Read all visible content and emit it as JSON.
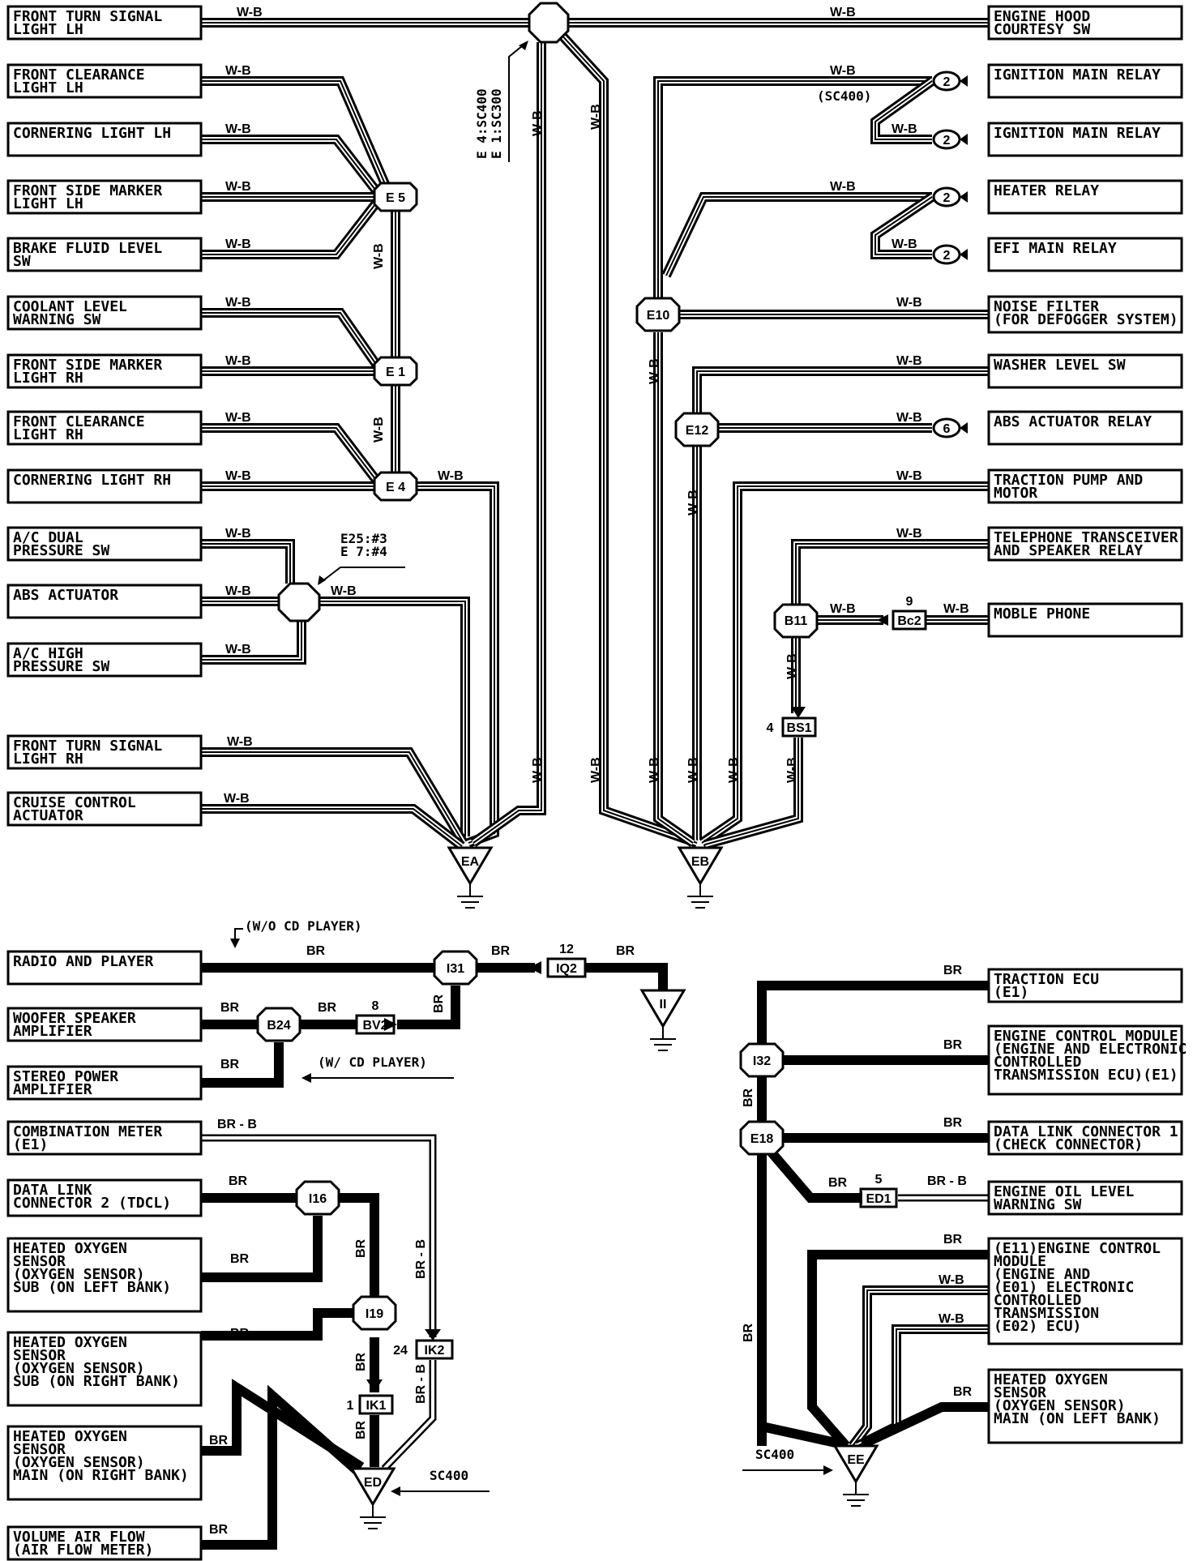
{
  "components": [
    {
      "id": "c1",
      "lines": [
        "FRONT TURN SIGNAL",
        "LIGHT LH"
      ]
    },
    {
      "id": "c2",
      "lines": [
        "FRONT CLEARANCE",
        "LIGHT LH"
      ]
    },
    {
      "id": "c3",
      "lines": [
        "CORNERING LIGHT LH"
      ]
    },
    {
      "id": "c4",
      "lines": [
        "FRONT SIDE MARKER",
        "LIGHT LH"
      ]
    },
    {
      "id": "c5",
      "lines": [
        "BRAKE FLUID LEVEL",
        "SW"
      ]
    },
    {
      "id": "c6",
      "lines": [
        "COOLANT LEVEL",
        "WARNING SW"
      ]
    },
    {
      "id": "c7",
      "lines": [
        "FRONT SIDE MARKER",
        "LIGHT RH"
      ]
    },
    {
      "id": "c8",
      "lines": [
        "FRONT CLEARANCE",
        "LIGHT RH"
      ]
    },
    {
      "id": "c9",
      "lines": [
        "CORNERING LIGHT RH"
      ]
    },
    {
      "id": "c10",
      "lines": [
        "A/C DUAL",
        "PRESSURE SW"
      ]
    },
    {
      "id": "c11",
      "lines": [
        "ABS ACTUATOR"
      ]
    },
    {
      "id": "c12",
      "lines": [
        "A/C HIGH",
        "PRESSURE SW"
      ]
    },
    {
      "id": "c13",
      "lines": [
        "FRONT TURN SIGNAL",
        "LIGHT RH"
      ]
    },
    {
      "id": "c14",
      "lines": [
        "CRUISE CONTROL",
        "ACTUATOR"
      ]
    },
    {
      "id": "c15",
      "lines": [
        "ENGINE HOOD",
        "COURTESY SW"
      ]
    },
    {
      "id": "c16",
      "lines": [
        "IGNITION MAIN RELAY"
      ]
    },
    {
      "id": "c17",
      "lines": [
        "IGNITION MAIN RELAY"
      ]
    },
    {
      "id": "c18",
      "lines": [
        "HEATER RELAY"
      ]
    },
    {
      "id": "c19",
      "lines": [
        "EFI MAIN RELAY"
      ]
    },
    {
      "id": "c20",
      "lines": [
        "NOISE FILTER",
        "(FOR DEFOGGER SYSTEM)"
      ]
    },
    {
      "id": "c21",
      "lines": [
        "WASHER LEVEL SW"
      ]
    },
    {
      "id": "c22",
      "lines": [
        "ABS ACTUATOR RELAY"
      ]
    },
    {
      "id": "c23",
      "lines": [
        "TRACTION PUMP AND",
        "MOTOR"
      ]
    },
    {
      "id": "c24",
      "lines": [
        "TELEPHONE TRANSCEIVER",
        "AND SPEAKER RELAY"
      ]
    },
    {
      "id": "c25",
      "lines": [
        "MOBLE PHONE"
      ]
    },
    {
      "id": "c26",
      "lines": [
        "RADIO AND PLAYER"
      ]
    },
    {
      "id": "c27",
      "lines": [
        "WOOFER SPEAKER",
        "AMPLIFIER"
      ]
    },
    {
      "id": "c28",
      "lines": [
        "STEREO POWER",
        "AMPLIFIER"
      ]
    },
    {
      "id": "c29",
      "lines": [
        "COMBINATION METER",
        "(E1)"
      ]
    },
    {
      "id": "c30",
      "lines": [
        "DATA LINK",
        "CONNECTOR 2 (TDCL)"
      ]
    },
    {
      "id": "c31",
      "lines": [
        "HEATED OXYGEN",
        "SENSOR",
        "(OXYGEN SENSOR)",
        "SUB (ON LEFT BANK)"
      ]
    },
    {
      "id": "c32",
      "lines": [
        "HEATED OXYGEN",
        "SENSOR",
        "(OXYGEN SENSOR)",
        "SUB (ON RIGHT BANK)"
      ]
    },
    {
      "id": "c33",
      "lines": [
        "HEATED OXYGEN",
        "SENSOR",
        "(OXYGEN SENSOR)",
        "MAIN (ON RIGHT BANK)"
      ]
    },
    {
      "id": "c34",
      "lines": [
        "VOLUME AIR FLOW",
        "(AIR FLOW METER)"
      ]
    },
    {
      "id": "c35",
      "lines": [
        "TRACTION ECU",
        "(E1)"
      ]
    },
    {
      "id": "c36",
      "lines": [
        "ENGINE CONTROL MODULE",
        "(ENGINE AND ELECTRONIC",
        " CONTROLLED",
        " TRANSMISSION ECU)(E1)"
      ]
    },
    {
      "id": "c37",
      "lines": [
        "DATA LINK CONNECTOR 1",
        "(CHECK CONNECTOR)"
      ]
    },
    {
      "id": "c38",
      "lines": [
        "ENGINE OIL LEVEL",
        "WARNING SW"
      ]
    },
    {
      "id": "c39",
      "lines": [
        "(E11)ENGINE CONTROL",
        "       MODULE",
        "     (ENGINE AND",
        "(E01) ELECTRONIC",
        "      CONTROLLED",
        "      TRANSMISSION",
        "(E02)  ECU)"
      ]
    },
    {
      "id": "c40",
      "lines": [
        "HEATED OXYGEN",
        "SENSOR",
        "(OXYGEN SENSOR)",
        "MAIN (ON LEFT BANK)"
      ]
    }
  ],
  "junctions": {
    "E5": "E 5",
    "E1": "E 1",
    "E4": "E 4",
    "E10": "E10",
    "E12": "E12",
    "B11": "B11",
    "I31": "I31",
    "B24": "B24",
    "I16": "I16",
    "I19": "I19",
    "I32": "I32",
    "E18": "E18"
  },
  "grounds": {
    "EA": "EA",
    "EB": "EB",
    "II": "II",
    "ED": "ED",
    "EE": "EE"
  },
  "connectors": {
    "Bc2": "Bc2",
    "BS1": "BS1",
    "IQ2": "IQ2",
    "BV2": "BV2",
    "IK2": "IK2",
    "IK1": "IK1",
    "ED1": "ED1",
    "n_bc2": "9",
    "n_bs1": "4",
    "n_iq2": "12",
    "n_bv2": "8",
    "n_ik2": "24",
    "n_ik1": "1",
    "n_ed1": "5"
  },
  "pins": {
    "p1": "2",
    "p2": "2",
    "p3": "2",
    "p4": "2",
    "p5": "6"
  },
  "wire_colors": {
    "wb": "W-B",
    "br": "BR",
    "brb": "BR - B"
  },
  "notes": {
    "top_hub_1": "E 4:SC400",
    "top_hub_2": "E 1:SC300",
    "sc400_paren": "(SC400)",
    "mid_hub_1": "E25:#3",
    "mid_hub_2": "E 7:#4",
    "wo_cd": "(W/O CD PLAYER)",
    "w_cd": "(W/ CD PLAYER)",
    "sc400_ed": "SC400",
    "sc400_ee": "SC400"
  }
}
